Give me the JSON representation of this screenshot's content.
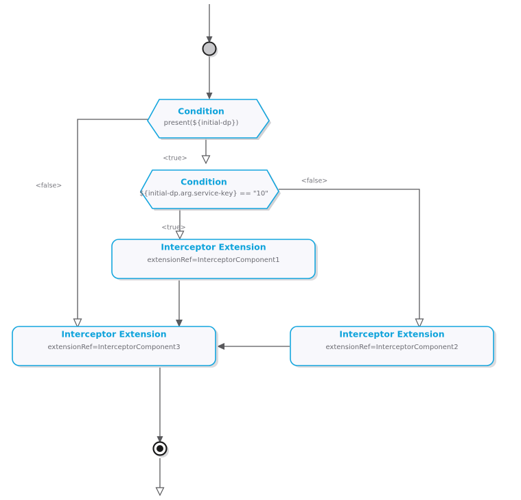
{
  "diagram": {
    "type": "activity-flowchart",
    "background_color": "#ffffff",
    "accent_color": "#14A6DE",
    "title_color": "#0FA3DB",
    "subtitle_color": "#6b6b72",
    "edge_color": "#59595c",
    "node_fill": "#F8F8FC",
    "nodes": [
      {
        "id": "start",
        "kind": "start-node",
        "label": "",
        "shape": "circle"
      },
      {
        "id": "condition1",
        "kind": "condition",
        "title": "Condition",
        "subtitle": "present(${initial-dp})",
        "shape": "hexagon"
      },
      {
        "id": "condition2",
        "kind": "condition",
        "title": "Condition",
        "subtitle": "${initial-dp.arg.service-key} == \"10\"",
        "shape": "hexagon"
      },
      {
        "id": "interceptor1",
        "kind": "interceptor-extension",
        "title": "Interceptor Extension",
        "subtitle": "extensionRef=InterceptorComponent1",
        "shape": "rounded-rect"
      },
      {
        "id": "interceptor3",
        "kind": "interceptor-extension",
        "title": "Interceptor Extension",
        "subtitle": "extensionRef=InterceptorComponent3",
        "shape": "rounded-rect"
      },
      {
        "id": "interceptor2",
        "kind": "interceptor-extension",
        "title": "Interceptor Extension",
        "subtitle": "extensionRef=InterceptorComponent2",
        "shape": "rounded-rect"
      },
      {
        "id": "end",
        "kind": "end-node",
        "label": "",
        "shape": "bullseye"
      }
    ],
    "edges": [
      {
        "id": "e-in-start",
        "from": "",
        "to": "start",
        "label": ""
      },
      {
        "id": "e-start-c1",
        "from": "start",
        "to": "condition1",
        "label": ""
      },
      {
        "id": "e-c1-c2",
        "from": "condition1",
        "to": "condition2",
        "label": "<true>"
      },
      {
        "id": "e-c1-i3",
        "from": "condition1",
        "to": "interceptor3",
        "label": "<false>"
      },
      {
        "id": "e-c2-i1",
        "from": "condition2",
        "to": "interceptor1",
        "label": "<true>"
      },
      {
        "id": "e-c2-i2",
        "from": "condition2",
        "to": "interceptor2",
        "label": "<false>"
      },
      {
        "id": "e-i1-i3",
        "from": "interceptor1",
        "to": "interceptor3",
        "label": ""
      },
      {
        "id": "e-i2-i3",
        "from": "interceptor2",
        "to": "interceptor3",
        "label": ""
      },
      {
        "id": "e-i3-end",
        "from": "interceptor3",
        "to": "end",
        "label": ""
      },
      {
        "id": "e-end-out",
        "from": "end",
        "to": "",
        "label": ""
      }
    ],
    "labels": {
      "true_1": "<true>",
      "true_2": "<true>",
      "false_left": "<false>",
      "false_right": "<false>"
    }
  }
}
